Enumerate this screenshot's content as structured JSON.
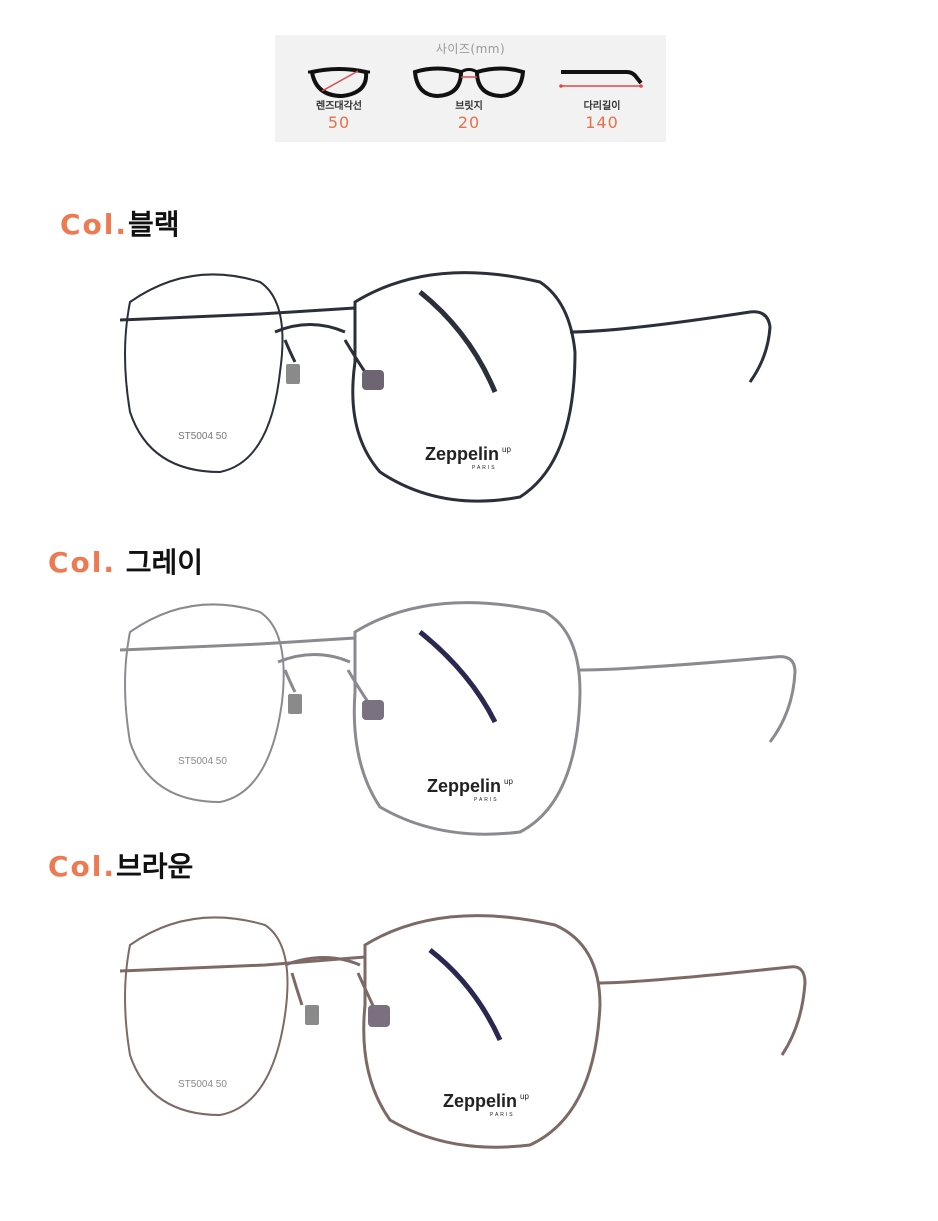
{
  "size_chart": {
    "title": "사이즈(mm)",
    "items": [
      {
        "label": "렌즈대각선",
        "value": "50",
        "icon": "lens-diagonal-icon"
      },
      {
        "label": "브릿지",
        "value": "20",
        "icon": "bridge-icon"
      },
      {
        "label": "다리길이",
        "value": "140",
        "icon": "temple-length-icon"
      }
    ]
  },
  "colors": [
    {
      "prefix": "Col.",
      "name": "블랙",
      "frame_color": "#2a2f3a",
      "brand": "Zeppelin",
      "brand_suffix": "up",
      "brand_sub": "PARIS",
      "model_mark": "ST5004  50"
    },
    {
      "prefix": "Col.",
      "name": " 그레이",
      "frame_color": "#8c8a8e",
      "brand": "Zeppelin",
      "brand_suffix": "up",
      "brand_sub": "PARIS",
      "model_mark": "ST5004  50"
    },
    {
      "prefix": "Col.",
      "name": "브라운",
      "frame_color": "#7d6a66",
      "brand": "Zeppelin",
      "brand_suffix": "up",
      "brand_sub": "PARIS",
      "model_mark": "ST5004  50"
    }
  ],
  "accent_color": "#ee7a52"
}
